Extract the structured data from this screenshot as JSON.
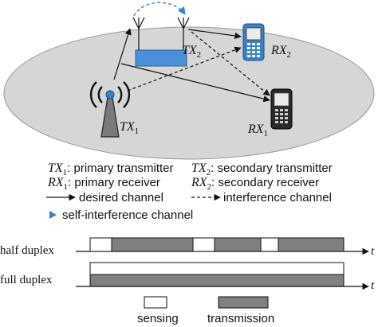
{
  "nodes": {
    "tx1": {
      "main": "TX",
      "sub": "1"
    },
    "tx2": {
      "main": "TX",
      "sub": "2"
    },
    "rx1": {
      "main": "RX",
      "sub": "1"
    },
    "rx2": {
      "main": "RX",
      "sub": "2"
    }
  },
  "legend": {
    "tx1_desc": ": primary transmitter",
    "tx2_desc": ": secondary transmitter",
    "rx1_desc": ": primary receiver",
    "rx2_desc": ": secondary receiver",
    "desired": "desired channel",
    "interference": "interference channel",
    "self_interference": "self-interference channel"
  },
  "timeline": {
    "half_duplex": "half duplex",
    "full_duplex": "full duplex",
    "time_symbol": "t"
  },
  "bottom_legend": {
    "sensing": "sensing",
    "transmission": "transmission"
  },
  "colors": {
    "ellipse": "#d6d6d6",
    "tx2_base": "#4a90d9",
    "self_interference": "#3b82c4",
    "transmission": "#808080",
    "sensing": "#ffffff"
  }
}
